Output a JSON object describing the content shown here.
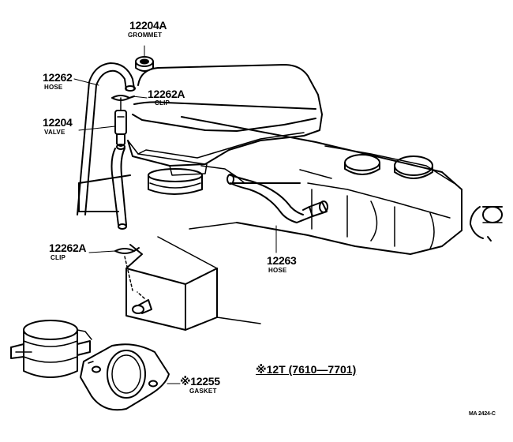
{
  "diagram": {
    "callouts": [
      {
        "id": "grommet",
        "number": "12204A",
        "name": "GROMMET"
      },
      {
        "id": "hose_top",
        "number": "12262",
        "name": "HOSE"
      },
      {
        "id": "clip_top",
        "number": "12262A",
        "name": "CLIP"
      },
      {
        "id": "valve",
        "number": "12204",
        "name": "VALVE"
      },
      {
        "id": "clip_bottom",
        "number": "12262A",
        "name": "CLIP"
      },
      {
        "id": "hose_right",
        "number": "12263",
        "name": "HOSE"
      },
      {
        "id": "gasket",
        "number": "※12255",
        "name": "GASKET"
      }
    ],
    "note": "※12T (7610—7701)",
    "drawing_code": "MA 2424-C"
  },
  "colors": {
    "ink": "#000000",
    "paper": "#ffffff"
  }
}
